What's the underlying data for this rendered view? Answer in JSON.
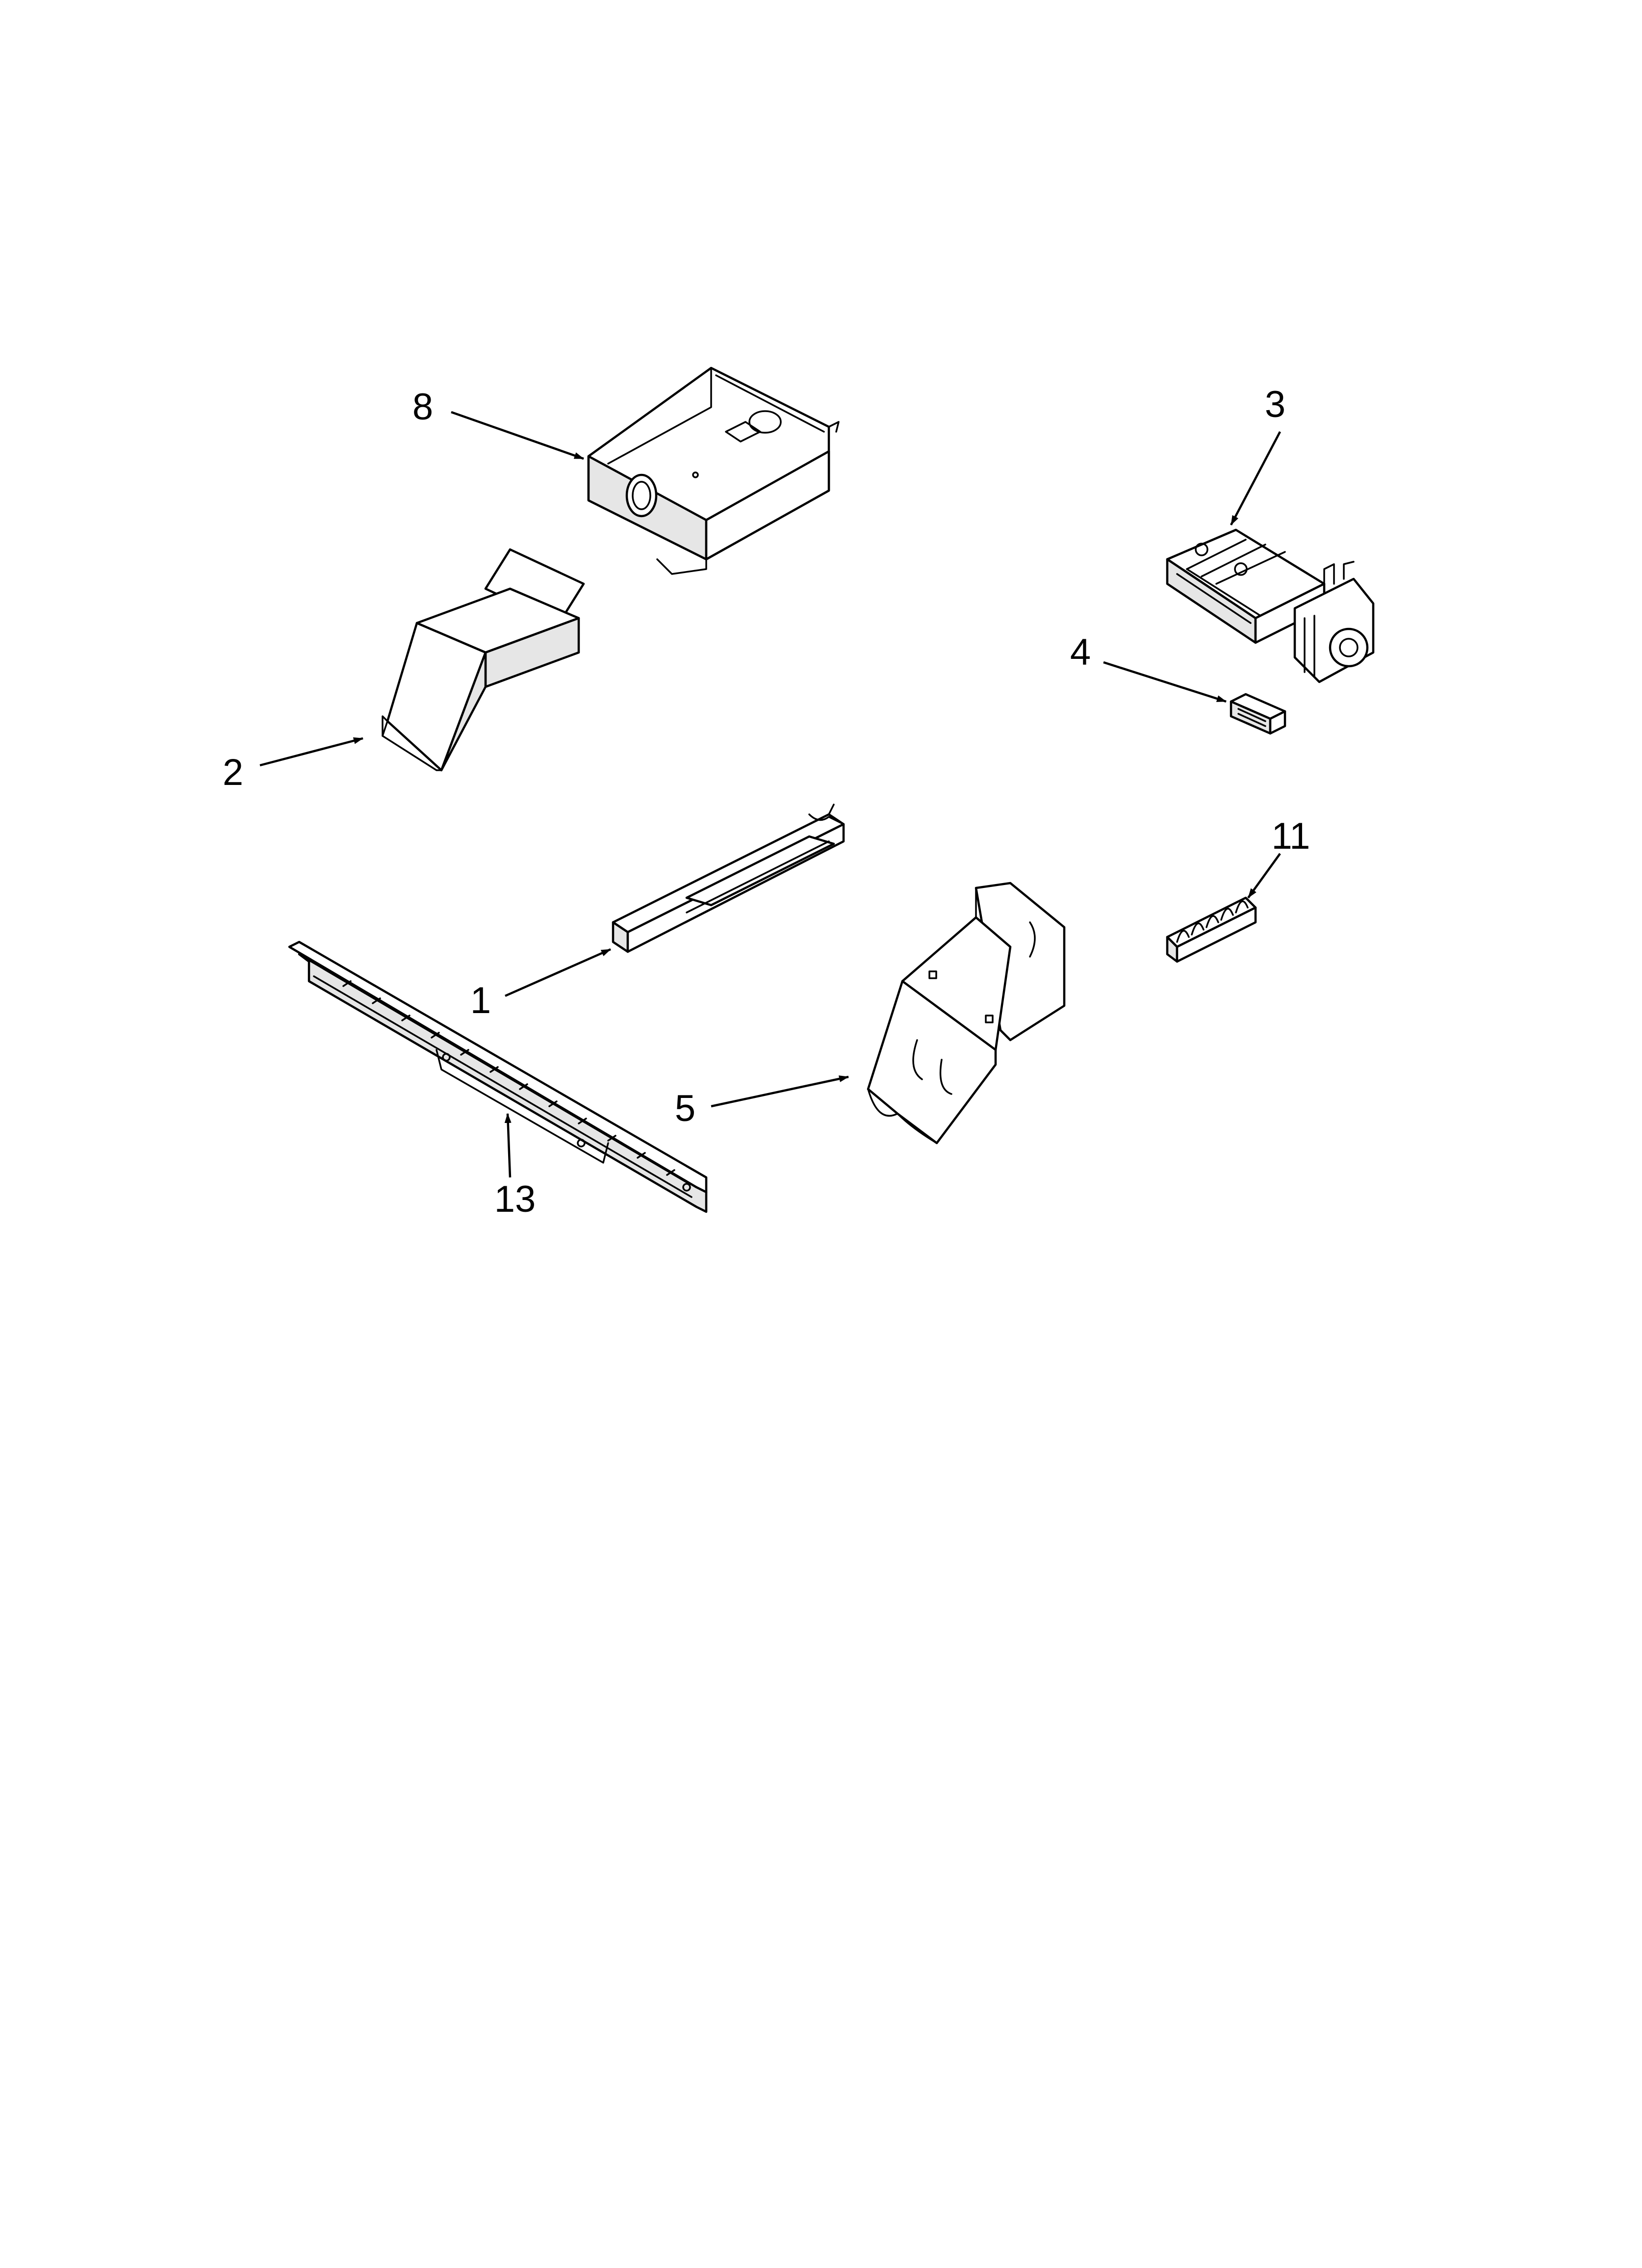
{
  "diagram": {
    "callouts": [
      {
        "id": "1",
        "label": "1"
      },
      {
        "id": "2",
        "label": "2"
      },
      {
        "id": "3",
        "label": "3"
      },
      {
        "id": "4",
        "label": "4"
      },
      {
        "id": "5",
        "label": "5"
      },
      {
        "id": "8",
        "label": "8"
      },
      {
        "id": "11",
        "label": "11"
      },
      {
        "id": "13",
        "label": "13"
      }
    ]
  }
}
